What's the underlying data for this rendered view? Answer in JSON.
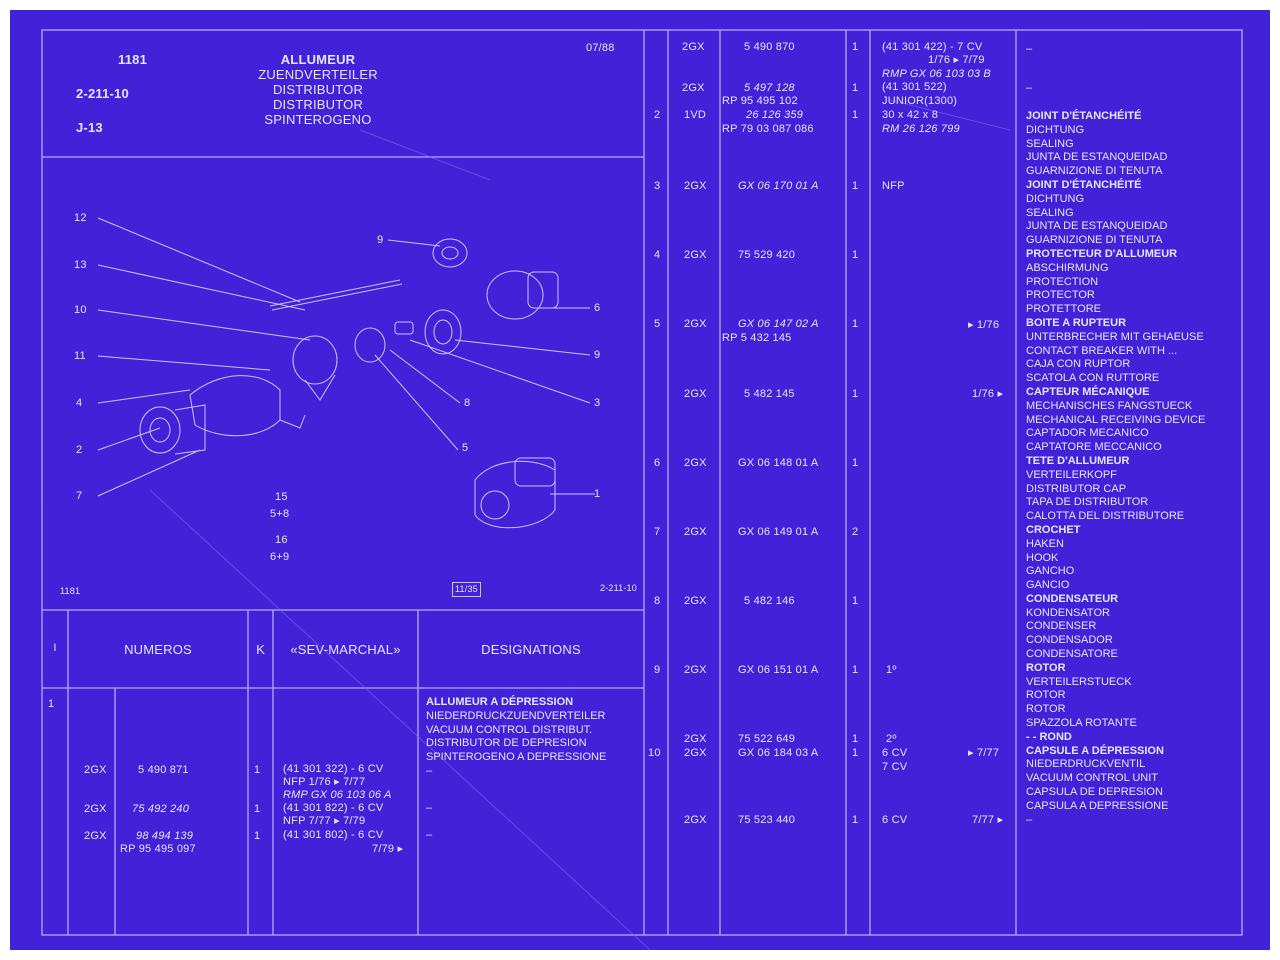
{
  "header": {
    "code": "1181",
    "ref": "2-211-10",
    "grid": "J-13",
    "date": "07/88",
    "titles": [
      "ALLUMEUR",
      "ZUENDVERTEILER",
      "DISTRIBUTOR",
      "DISTRIBUTOR",
      "SPINTEROGENO"
    ]
  },
  "diagram": {
    "callouts": [
      "12",
      "13",
      "10",
      "11",
      "4",
      "2",
      "7",
      "9",
      "6",
      "9",
      "8",
      "3",
      "5",
      "1"
    ],
    "group_labels": [
      "15",
      "5+8",
      "16",
      "6+9"
    ],
    "footer_left": "1181",
    "footer_center": "11/35",
    "footer_right": "2-211-10"
  },
  "table_headers": {
    "index": "I",
    "numeros": "NUMEROS",
    "k": "K",
    "sev": "«SEV-MARCHAL»",
    "designations": "DESIGNATIONS"
  },
  "left_table": {
    "row_index": "1",
    "designation": [
      "ALLUMEUR A DÉPRESSION",
      "NIEDERDRUCKZUENDVERTEILER",
      "VACUUM CONTROL DISTRIBUT.",
      "DISTRIBUTOR DE DEPRESION",
      "SPINTEROGENO A DEPRESSIONE"
    ],
    "dash": "–",
    "rows": [
      {
        "code": "2GX",
        "num": "5 490 871",
        "k": "1",
        "sev": [
          "(41 301 322) - 6 CV",
          "NFP      1/76 ▸ 7/77",
          "RMP GX 06 103 06 A"
        ]
      },
      {
        "code": "2GX",
        "num": "75 492 240",
        "k": "1",
        "sev": [
          "(41 301 822) - 6 CV",
          "NFP      7/77 ▸ 7/79"
        ],
        "desig": "–"
      },
      {
        "code": "2GX",
        "num": "98 494 139",
        "num2": "RP 95 495 097",
        "k": "1",
        "sev": [
          "(41 301 802) - 6 CV",
          "7/79 ▸"
        ],
        "desig": "–"
      }
    ]
  },
  "right_table": {
    "top": [
      {
        "code": "2GX",
        "num": "5 490 870",
        "k": "1",
        "sev": [
          "(41 301 422) - 7 CV",
          "1/76  ▸ 7/79",
          "RMP GX 06 103 03 B"
        ],
        "desig": "–"
      },
      {
        "code": "2GX",
        "num": "5 497 128",
        "num2": "RP 95 495 102",
        "k": "1",
        "sev": [
          "(41 301 522)",
          "JUNIOR(1300)"
        ],
        "desig": "–"
      }
    ],
    "items": [
      {
        "idx": "2",
        "code": "1VD",
        "num": "26 126 359",
        "num2": "RP 79 03 087 086",
        "k": "1",
        "sev": [
          "30 x 42 x 8",
          "RM 26 126 799"
        ]
      },
      {
        "idx": "3",
        "code": "2GX",
        "num": "GX 06 170 01 A",
        "k": "1",
        "sev": [
          "NFP"
        ]
      },
      {
        "idx": "4",
        "code": "2GX",
        "num": "75 529 420",
        "k": "1"
      },
      {
        "idx": "5",
        "code": "2GX",
        "num": "GX 06 147 02 A",
        "num2": "RP 5 432 145",
        "k": "1",
        "sev_r": "▸ 1/76"
      },
      {
        "code": "2GX",
        "num": "5 482 145",
        "k": "1",
        "sev_r": "1/76 ▸"
      },
      {
        "idx": "6",
        "code": "2GX",
        "num": "GX 06 148 01 A",
        "k": "1"
      },
      {
        "idx": "7",
        "code": "2GX",
        "num": "GX 06 149 01 A",
        "k": "2"
      },
      {
        "idx": "8",
        "code": "2GX",
        "num": "5 482 146",
        "k": "1"
      },
      {
        "idx": "9",
        "code": "2GX",
        "num": "GX 06 151 01 A",
        "k": "1",
        "sev": [
          "1º"
        ]
      },
      {
        "code": "2GX",
        "num": "75 522 649",
        "k": "1",
        "sev": [
          "2º"
        ]
      },
      {
        "idx": "10",
        "code": "2GX",
        "num": "GX 06 184 03 A",
        "k": "1",
        "sev": [
          "6 CV",
          "7 CV"
        ],
        "sev_r": "▸ 7/77"
      },
      {
        "code": "2GX",
        "num": "75 523 440",
        "k": "1",
        "sev": [
          "6 CV"
        ],
        "sev_r": "7/77 ▸",
        "desig": "–"
      }
    ],
    "designations": [
      {
        "bold": true,
        "text": "JOINT D'ÉTANCHÉITÉ"
      },
      {
        "text": "DICHTUNG"
      },
      {
        "text": "SEALING"
      },
      {
        "text": "JUNTA DE ESTANQUEIDAD"
      },
      {
        "text": "GUARNIZIONE DI TENUTA"
      },
      {
        "bold": true,
        "text": "JOINT D'ÉTANCHÉITÉ"
      },
      {
        "text": "DICHTUNG"
      },
      {
        "text": "SEALING"
      },
      {
        "text": "JUNTA DE ESTANQUEIDAD"
      },
      {
        "text": "GUARNIZIONE DI TENUTA"
      },
      {
        "bold": true,
        "text": "PROTECTEUR D'ALLUMEUR"
      },
      {
        "text": "ABSCHIRMUNG"
      },
      {
        "text": "PROTECTION"
      },
      {
        "text": "PROTECTOR"
      },
      {
        "text": "PROTETTORE"
      },
      {
        "bold": true,
        "text": "BOITE A RUPTEUR"
      },
      {
        "text": "UNTERBRECHER MIT GEHAEUSE"
      },
      {
        "text": "CONTACT BREAKER WITH ..."
      },
      {
        "text": "CAJA CON RUPTOR"
      },
      {
        "text": "SCATOLA CON RUTTORE"
      },
      {
        "bold": true,
        "text": "CAPTEUR MÉCANIQUE"
      },
      {
        "text": "MECHANISCHES FANGSTUECK"
      },
      {
        "text": "MECHANICAL RECEIVING DEVICE"
      },
      {
        "text": "CAPTADOR MECANICO"
      },
      {
        "text": "CAPTATORE MECCANICO"
      },
      {
        "bold": true,
        "text": "TETE D'ALLUMEUR"
      },
      {
        "text": "VERTEILERKOPF"
      },
      {
        "text": "DISTRIBUTOR CAP"
      },
      {
        "text": "TAPA DE DISTRIBUTOR"
      },
      {
        "text": "CALOTTA DEL DISTRIBUTORE"
      },
      {
        "bold": true,
        "text": "CROCHET"
      },
      {
        "text": "HAKEN"
      },
      {
        "text": "HOOK"
      },
      {
        "text": "GANCHO"
      },
      {
        "text": "GANCIO"
      },
      {
        "bold": true,
        "text": "CONDENSATEUR"
      },
      {
        "text": "KONDENSATOR"
      },
      {
        "text": "CONDENSER"
      },
      {
        "text": "CONDENSADOR"
      },
      {
        "text": "CONDENSATORE"
      },
      {
        "bold": true,
        "text": "ROTOR"
      },
      {
        "text": "VERTEILERSTUECK"
      },
      {
        "text": "ROTOR"
      },
      {
        "text": "ROTOR"
      },
      {
        "text": "SPAZZOLA ROTANTE"
      },
      {
        "bold": true,
        "text": "- - ROND"
      },
      {
        "bold": true,
        "text": "CAPSULE A DÉPRESSION"
      },
      {
        "text": "NIEDERDRUCKVENTIL"
      },
      {
        "text": "VACUUM CONTROL UNIT"
      },
      {
        "text": "CAPSULA DE DEPRESION"
      },
      {
        "text": "CAPSULA A DEPRESSIONE"
      }
    ]
  }
}
